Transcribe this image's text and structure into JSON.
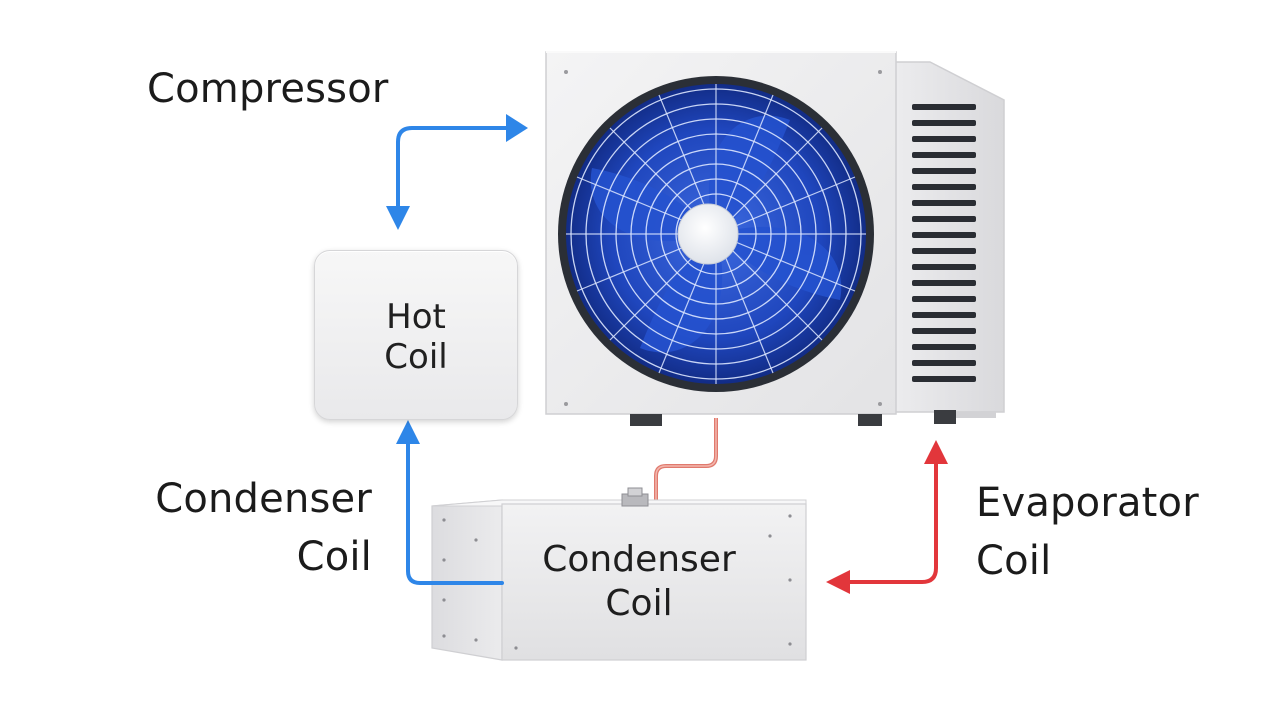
{
  "labels": {
    "compressor": "Compressor",
    "condenser_left_line1": "Condenser",
    "condenser_left_line2": "Coil",
    "evaporator_line1": "Evaporator",
    "evaporator_line2": "Coil"
  },
  "hot_coil_box": {
    "line1": "Hot",
    "line2": "Coil"
  },
  "condenser_unit": {
    "line1": "Condenser",
    "line2": "Coil"
  },
  "colors": {
    "blue_arrow": "#2e86e8",
    "red_arrow": "#e2363b",
    "fan_blue": "#1d44b8",
    "pipe": "#e07a6e"
  }
}
